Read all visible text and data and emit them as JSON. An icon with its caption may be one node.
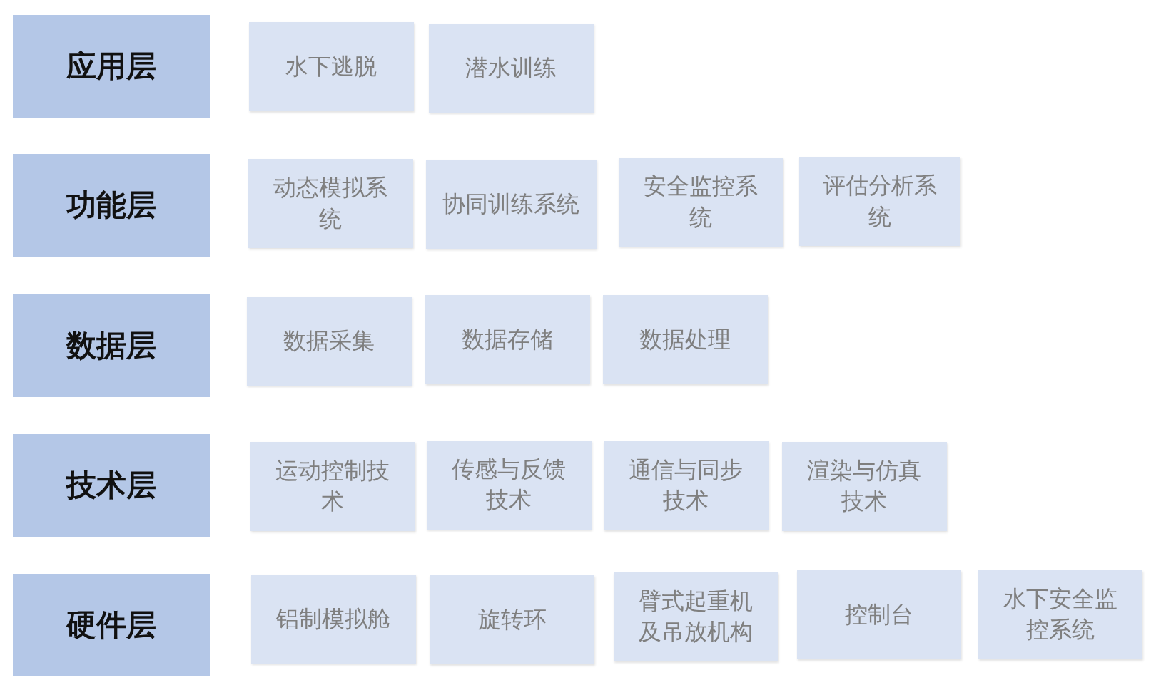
{
  "diagram": {
    "nodes": [
      {
        "text": [
          "应用层"
        ]
      },
      {
        "text": [
          "水下逃脱"
        ]
      },
      {
        "text": [
          "潜水训练"
        ]
      },
      {
        "text": [
          "功能层"
        ]
      },
      {
        "text": [
          "动态模拟系统"
        ]
      },
      {
        "text": [
          "协同训练系统"
        ]
      },
      {
        "text": [
          "安全监控系统"
        ]
      },
      {
        "text": [
          "评估分析系统"
        ]
      },
      {
        "text": [
          "数据层"
        ]
      },
      {
        "text": [
          "数据采集"
        ]
      },
      {
        "text": [
          "数据存储"
        ]
      },
      {
        "text": [
          "数据处理"
        ]
      },
      {
        "text": [
          "技术层"
        ]
      },
      {
        "text": [
          "运动控制技术"
        ]
      },
      {
        "text": [
          "传感与反馈技术"
        ]
      },
      {
        "text": [
          "通信与同步技术"
        ]
      },
      {
        "text": [
          "渲染与仿真技术"
        ]
      },
      {
        "text": [
          "硬件层"
        ]
      },
      {
        "text": [
          "铝制模拟舱"
        ]
      },
      {
        "text": [
          "旋转环"
        ]
      },
      {
        "text": [
          "臂式起重机及吊放机构"
        ]
      },
      {
        "text": [
          "控制台"
        ]
      },
      {
        "text": [
          "水下安全监控系统"
        ]
      }
    ]
  }
}
